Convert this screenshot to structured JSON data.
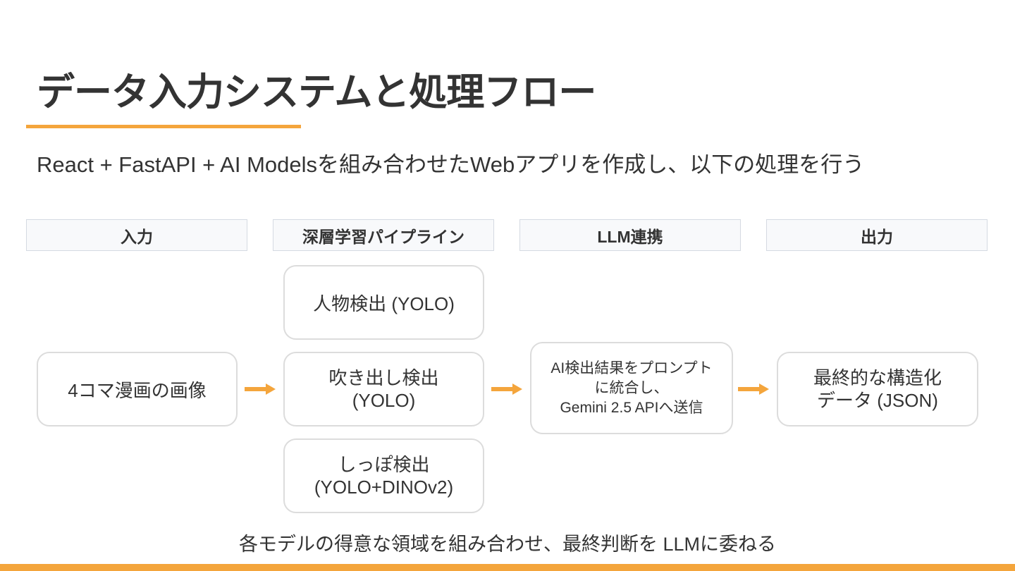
{
  "slide": {
    "title": "データ入力システムと処理フロー",
    "subtitle": "React + FastAPI + AI Modelsを組み合わせたWebアプリを作成し、以下の処理を行う",
    "footer_note": "各モデルの得意な領域を組み合わせ、最終判断を LLMに委ねる"
  },
  "columns": [
    {
      "header": "入力"
    },
    {
      "header": "深層学習パイプライン"
    },
    {
      "header": "LLM連携"
    },
    {
      "header": "出力"
    }
  ],
  "nodes": {
    "input_image": "4コマ漫画の画像",
    "person_detection": "人物検出 (YOLO)",
    "speech_bubble_detection": "吹き出し検出\n(YOLO)",
    "tail_detection": "しっぽ検出\n(YOLO+DINOv2)",
    "llm_prompt": "AI検出結果をプロンプト\nに統合し、\nGemini 2.5 APIへ送信",
    "structured_output": "最終的な構造化\nデータ (JSON)"
  },
  "colors": {
    "accent": "#f4a53c",
    "text": "#333333",
    "box_border": "#dcdcdc",
    "header_bg": "#f8f9fb",
    "header_border": "#d5dae2"
  }
}
